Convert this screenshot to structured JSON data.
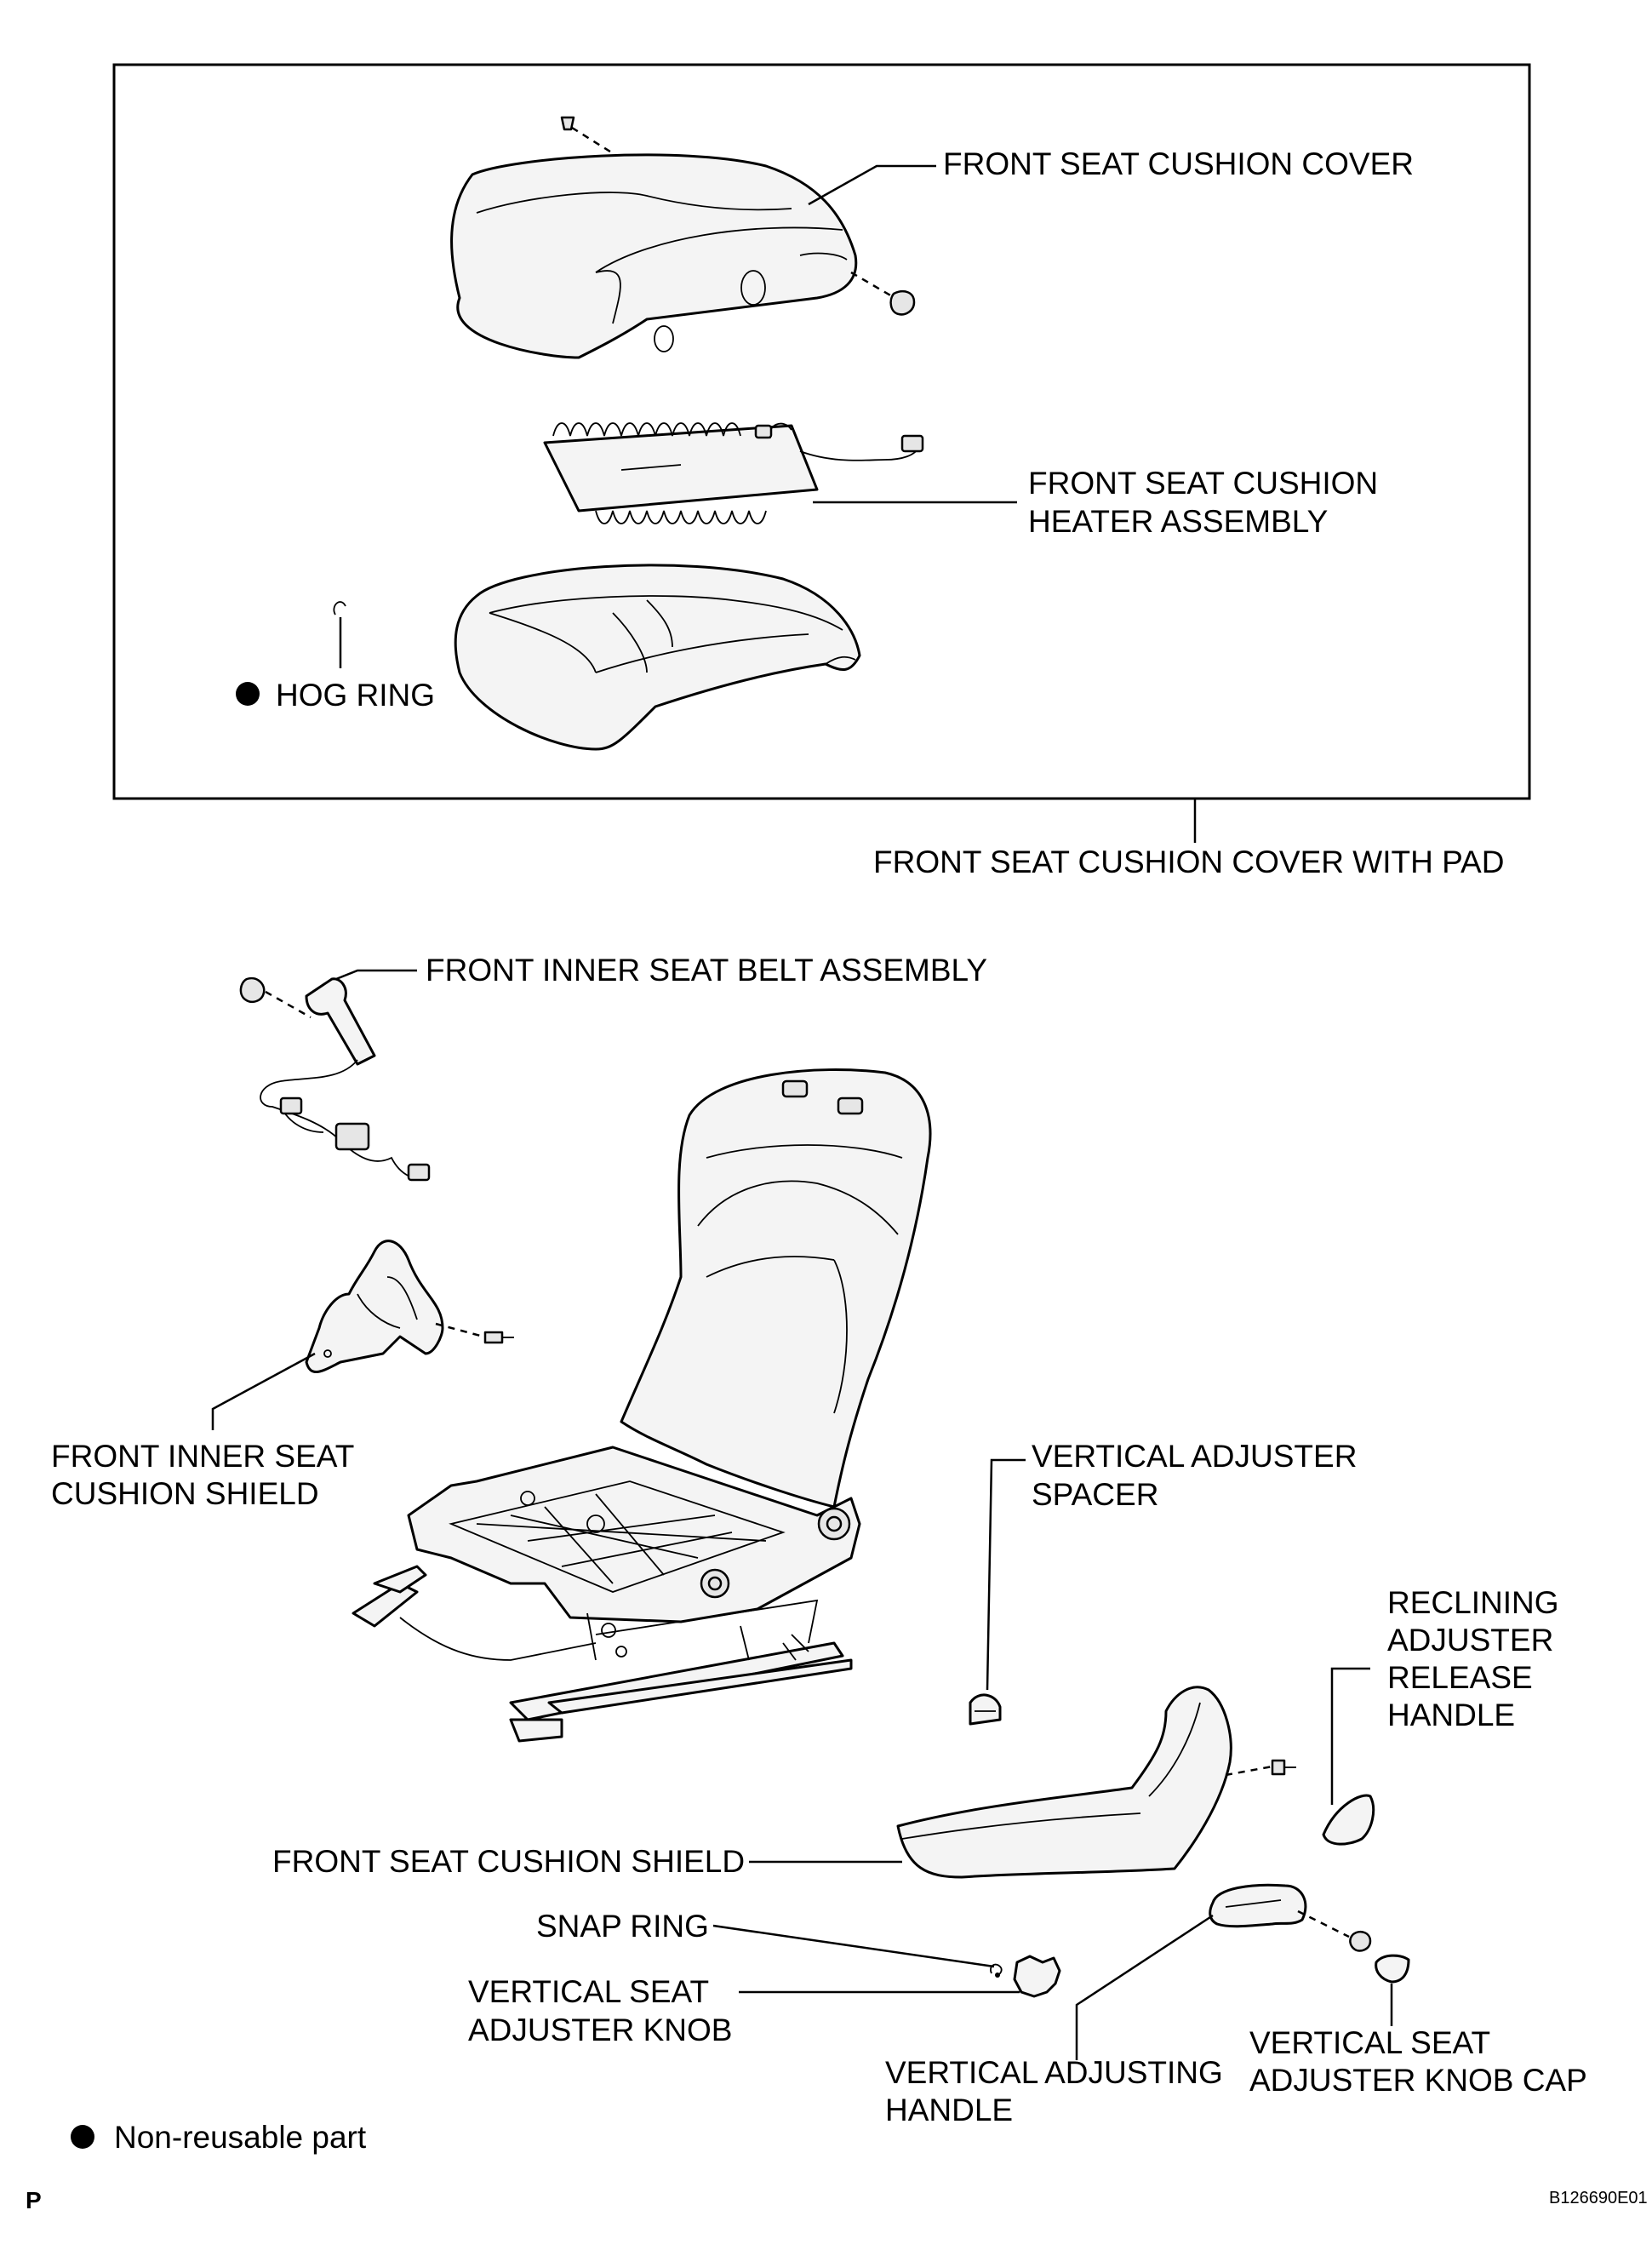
{
  "labels": {
    "cushion_cover": "FRONT SEAT CUSHION COVER",
    "heater_line1": "FRONT SEAT CUSHION",
    "heater_line2": "HEATER ASSEMBLY",
    "hog_ring": "HOG RING",
    "cover_with_pad": "FRONT SEAT CUSHION COVER WITH PAD",
    "seat_belt": "FRONT INNER SEAT BELT ASSEMBLY",
    "inner_shield_line1": "FRONT INNER SEAT",
    "inner_shield_line2": "CUSHION SHIELD",
    "spacer_line1": "VERTICAL ADJUSTER",
    "spacer_line2": "SPACER",
    "reclining_line1": "RECLINING",
    "reclining_line2": "ADJUSTER",
    "reclining_line3": "RELEASE",
    "reclining_line4": "HANDLE",
    "cushion_shield": "FRONT SEAT CUSHION SHIELD",
    "snap_ring": "SNAP RING",
    "knob_line1": "VERTICAL SEAT",
    "knob_line2": "ADJUSTER KNOB",
    "handle_line1": "VERTICAL ADJUSTING",
    "handle_line2": "HANDLE",
    "knob_cap_line1": "VERTICAL SEAT",
    "knob_cap_line2": "ADJUSTER KNOB CAP"
  },
  "legend": {
    "non_reusable": "Non-reusable part"
  },
  "footer": {
    "page_code": "P",
    "figure_id": "B126690E01"
  }
}
